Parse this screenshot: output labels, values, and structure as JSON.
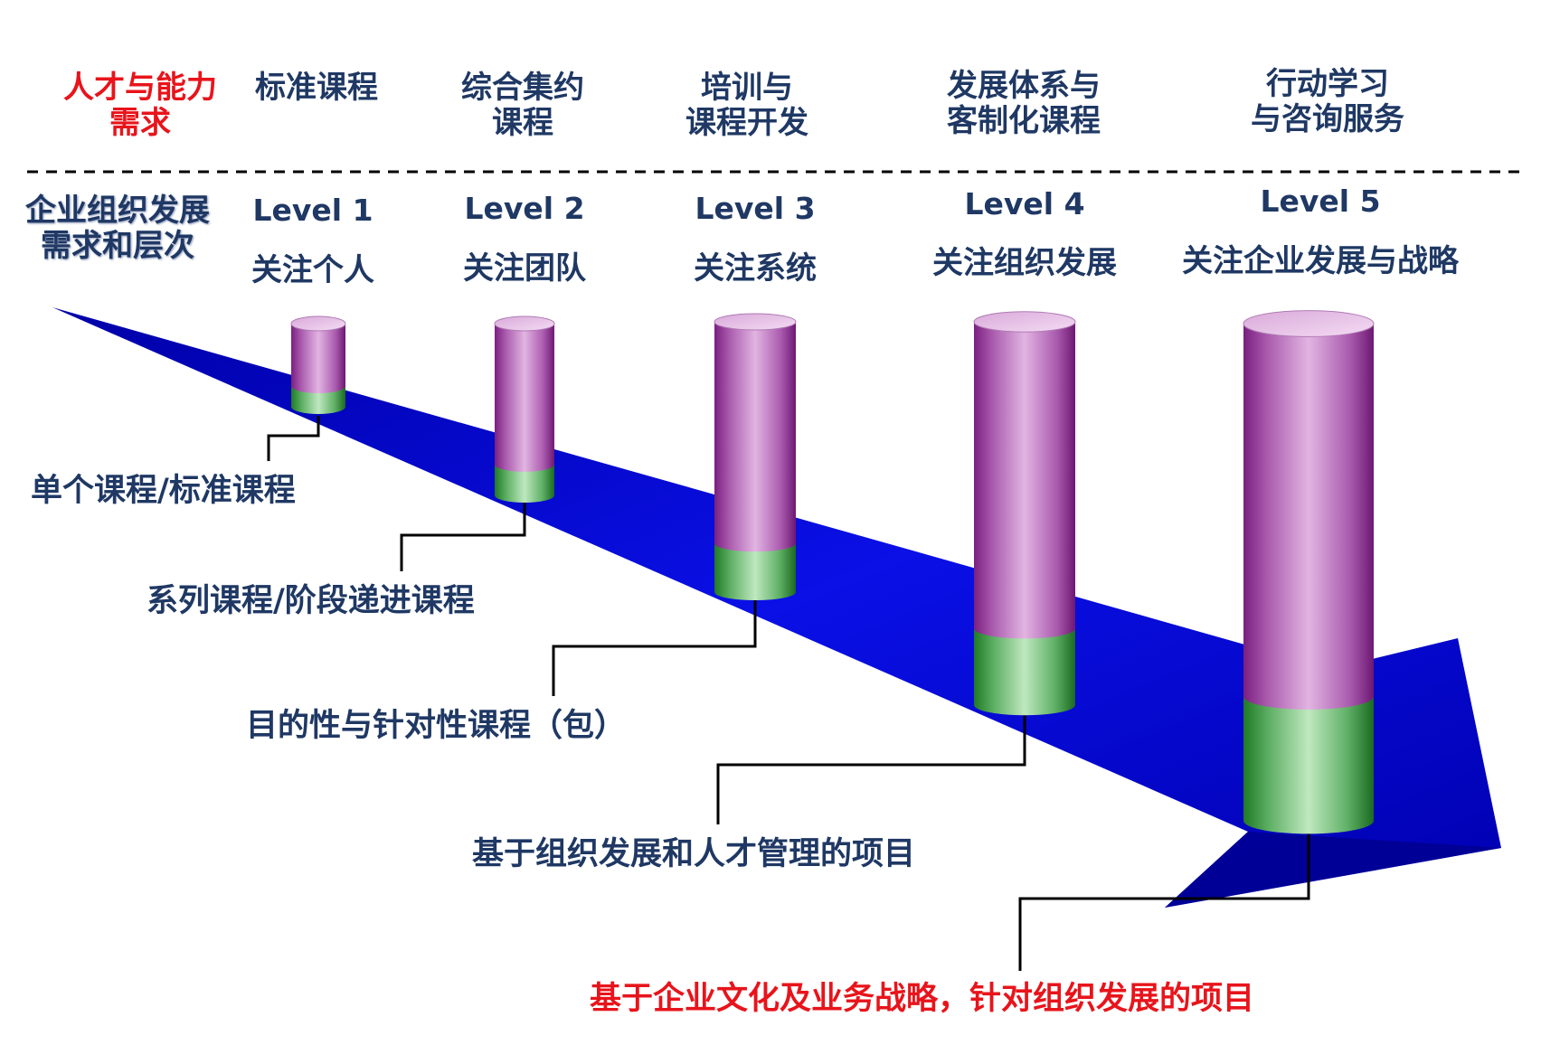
{
  "header": {
    "talent_label": [
      "人才与能力",
      "需求"
    ],
    "columns": [
      [
        "标准课程"
      ],
      [
        "综合集约",
        "课程"
      ],
      [
        "培训与",
        "课程开发"
      ],
      [
        "发展体系与",
        "客制化课程"
      ],
      [
        "行动学习",
        "与咨询服务"
      ]
    ]
  },
  "side_label": [
    "企业组织发展",
    "需求和层次"
  ],
  "levels": [
    {
      "label": "Level 1",
      "focus": "关注个人",
      "description": "单个课程/标准课程",
      "green_share": 0.25
    },
    {
      "label": "Level 2",
      "focus": "关注团队",
      "description": "系列课程/阶段递进课程",
      "green_share": 0.18
    },
    {
      "label": "Level 3",
      "focus": "关注系统",
      "description": "目的性与针对性课程（包）",
      "green_share": 0.18
    },
    {
      "label": "Level 4",
      "focus": "关注组织发展",
      "description": "基于组织发展和人才管理的项目",
      "green_share": 0.2
    },
    {
      "label": "Level 5",
      "focus": "关注企业发展与战略",
      "description": "基于企业文化及业务战略，针对组织发展的项目",
      "green_share": 0.25
    }
  ],
  "colors": {
    "arrow": "#0a0ac8",
    "arrow_dark": "#000080",
    "cylinder_purple": "#c890c8",
    "cylinder_green": "#98d498",
    "text_navy": "#1f3864",
    "text_red": "#e8141b"
  }
}
